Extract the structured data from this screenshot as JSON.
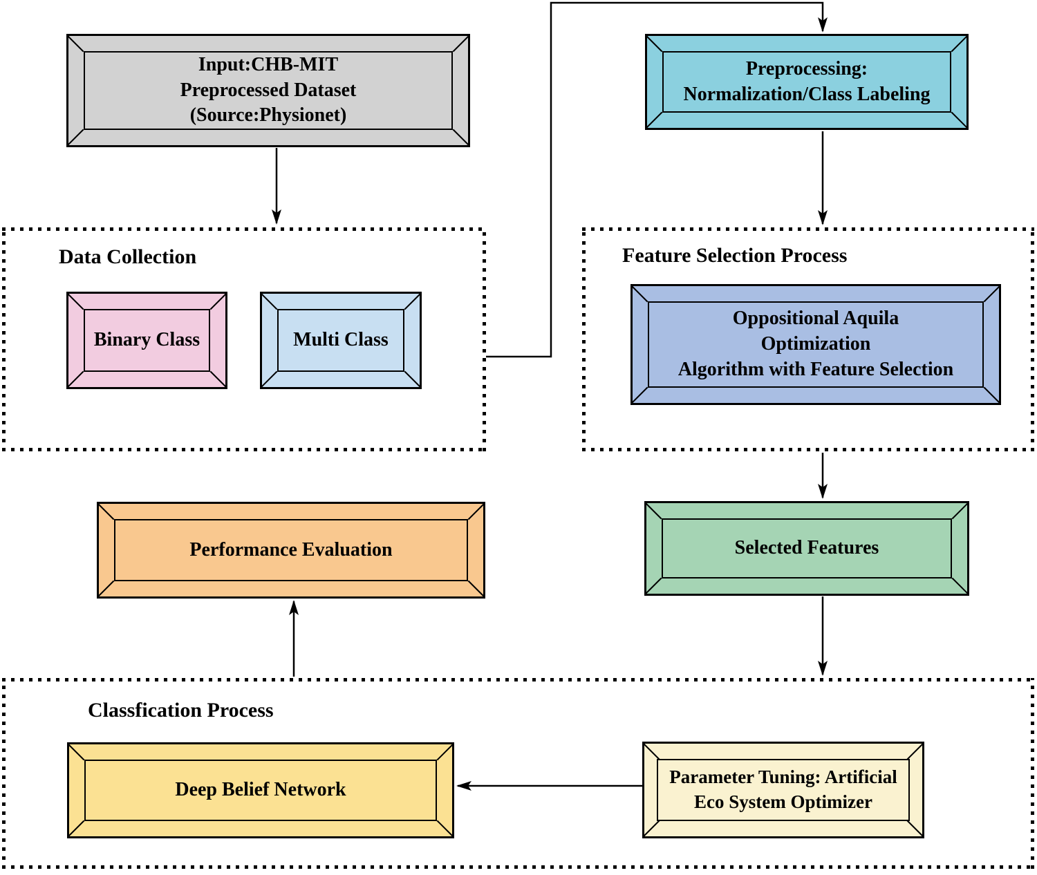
{
  "diagram": {
    "title": "Seizure classification workflow diagram",
    "colors": {
      "background": "#ffffff",
      "line": "#000000",
      "text": "#000000"
    },
    "nodes": {
      "input_dataset": {
        "lines": [
          "Input:CHB-MIT",
          "Preprocessed Dataset",
          "(Source:Physionet)"
        ],
        "fill": "#d2d2d2"
      },
      "preprocessing": {
        "lines": [
          "Preprocessing:",
          "Normalization/Class Labeling"
        ],
        "fill": "#8bd0df"
      },
      "binary_class": {
        "lines": [
          "Binary Class"
        ],
        "fill": "#f2cce0"
      },
      "multi_class": {
        "lines": [
          "Multi Class"
        ],
        "fill": "#c8dff2"
      },
      "oppositional_aquila": {
        "lines": [
          "Oppositional Aquila",
          "Optimization",
          "Algorithm with Feature Selection"
        ],
        "fill": "#a9bee3"
      },
      "selected_features": {
        "lines": [
          "Selected Features"
        ],
        "fill": "#a5d4b4"
      },
      "performance_evaluation": {
        "lines": [
          "Performance Evaluation"
        ],
        "fill": "#f9c88f"
      },
      "deep_belief_network": {
        "lines": [
          "Deep Belief Network"
        ],
        "fill": "#fbe193"
      },
      "parameter_tuning": {
        "lines": [
          "Parameter Tuning: Artificial",
          "Eco System Optimizer"
        ],
        "fill": "#faf2d0"
      }
    },
    "groups": {
      "data_collection": {
        "label": "Data Collection"
      },
      "feature_selection": {
        "label": "Feature Selection Process"
      },
      "classification": {
        "label": "Classfication Process"
      }
    }
  }
}
